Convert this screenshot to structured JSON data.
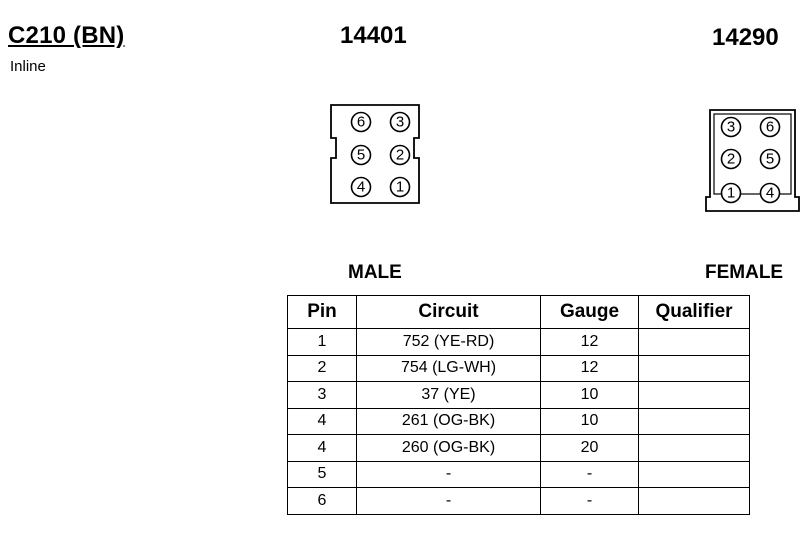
{
  "connector": {
    "id": "C210 (BN)",
    "location": "Inline"
  },
  "male": {
    "part_number": "14401",
    "label": "MALE",
    "pin_layout": [
      [
        "6",
        "3"
      ],
      [
        "5",
        "2"
      ],
      [
        "4",
        "1"
      ]
    ]
  },
  "female": {
    "part_number": "14290",
    "label": "FEMALE",
    "pin_layout": [
      [
        "3",
        "6"
      ],
      [
        "2",
        "5"
      ],
      [
        "1",
        "4"
      ]
    ]
  },
  "table": {
    "headers": [
      "Pin",
      "Circuit",
      "Gauge",
      "Qualifier"
    ],
    "rows": [
      {
        "pin": "1",
        "circuit": "752 (YE-RD)",
        "gauge": "12",
        "qualifier": ""
      },
      {
        "pin": "2",
        "circuit": "754 (LG-WH)",
        "gauge": "12",
        "qualifier": ""
      },
      {
        "pin": "3",
        "circuit": "37 (YE)",
        "gauge": "10",
        "qualifier": ""
      },
      {
        "pin": "4",
        "circuit": "261 (OG-BK)",
        "gauge": "10",
        "qualifier": ""
      },
      {
        "pin": "4",
        "circuit": "260 (OG-BK)",
        "gauge": "20",
        "qualifier": ""
      },
      {
        "pin": "5",
        "circuit": "-",
        "gauge": "-",
        "qualifier": ""
      },
      {
        "pin": "6",
        "circuit": "-",
        "gauge": "-",
        "qualifier": ""
      }
    ]
  }
}
